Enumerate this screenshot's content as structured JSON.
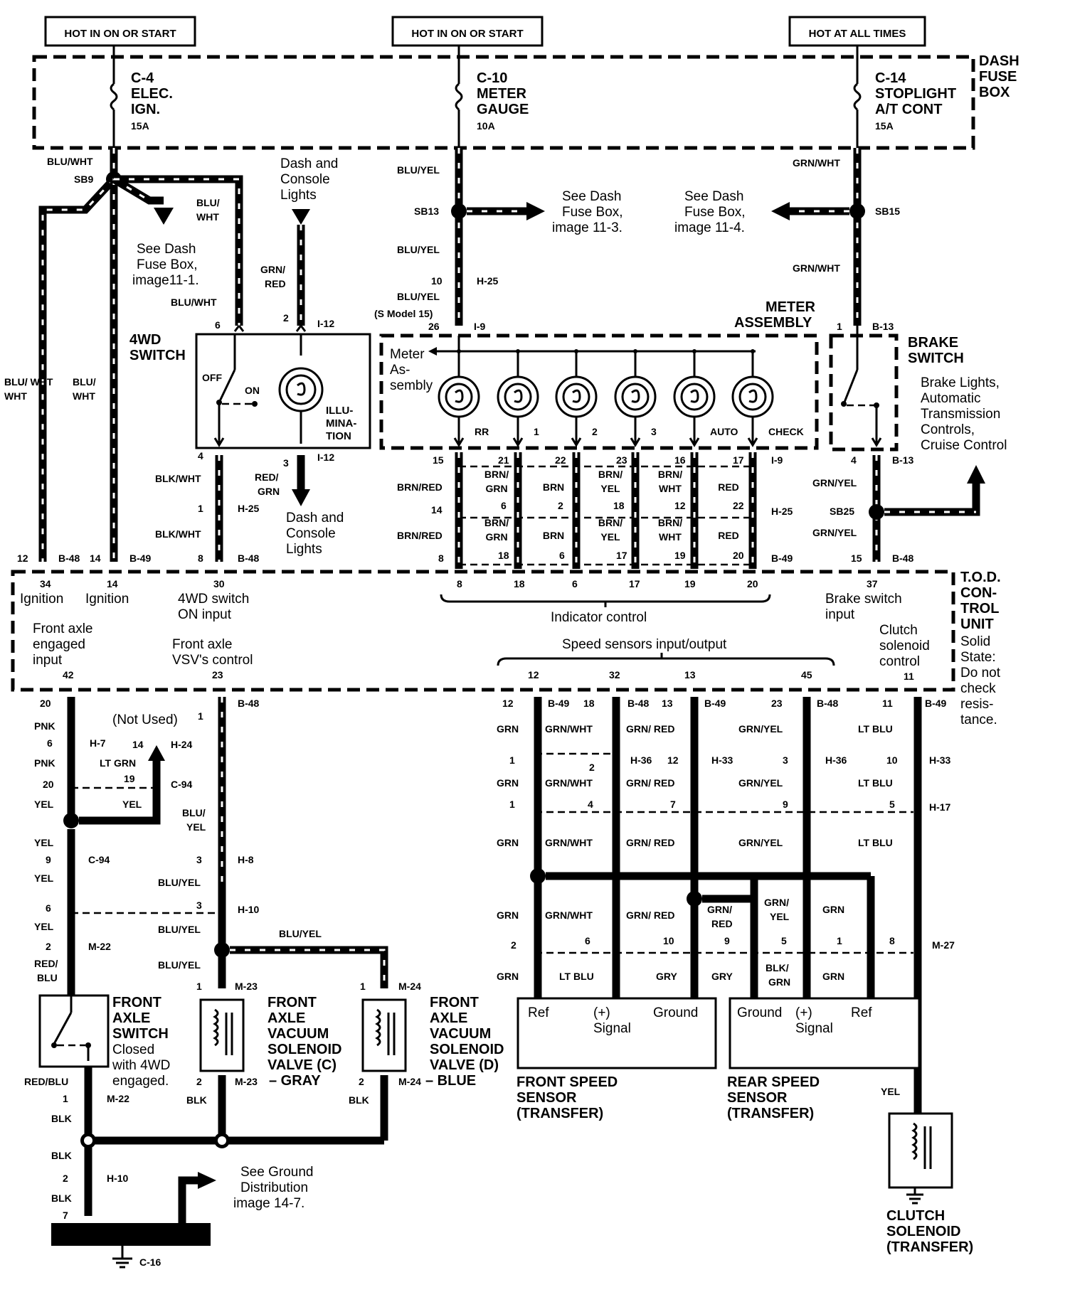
{
  "headers": {
    "left": "HOT IN ON OR START",
    "mid": "HOT IN ON OR START",
    "right": "HOT AT ALL TIMES"
  },
  "dash_fuse_box": {
    "label": [
      "DASH",
      "FUSE",
      "BOX"
    ],
    "fuse_c4": [
      "C-4",
      "ELEC.",
      "IGN.",
      "15A"
    ],
    "fuse_c10": [
      "C-10",
      "METER",
      "GAUGE",
      "10A"
    ],
    "fuse_c14": [
      "C-14",
      "STOPLIGHT",
      "A/T CONT",
      "15A"
    ]
  },
  "splices": {
    "sb9": "SB9",
    "sb13": "SB13",
    "sb15": "SB15",
    "sb25": "SB25"
  },
  "notes": {
    "see_dash_11_1": [
      "See Dash",
      "Fuse Box,",
      "image11-1."
    ],
    "see_dash_11_3": [
      "See Dash",
      "Fuse Box,",
      "image 11-3."
    ],
    "see_dash_11_4": [
      "See Dash",
      "Fuse Box,",
      "image 11-4."
    ],
    "dash_console_top": [
      "Dash and",
      "Console",
      "Lights"
    ],
    "dash_console_bottom": [
      "Dash and",
      "Console",
      "Lights"
    ],
    "brake_targets": [
      "Brake Lights,",
      "Automatic",
      "Transmission",
      "Controls,",
      "Cruise Control"
    ],
    "see_ground": [
      "See Ground",
      "Distribution",
      "image 14-7."
    ],
    "not_used": "(Not Used)"
  },
  "wire_colors": {
    "blu_wht": "BLU/WHT",
    "blu_yel": "BLU/YEL",
    "grn_wht": "GRN/WHT",
    "grn_red": "GRN/\nRED",
    "blu_wht_stack": "BLU/\nWHT",
    "blk_wht": "BLK/WHT",
    "red_grn": "RED/\nGRN",
    "grn_yel": "GRN/YEL",
    "brn_red": "BRN/RED",
    "brn_grn": "BRN/\nGRN",
    "brn": "BRN",
    "brn_yel": "BRN/\nYEL",
    "brn_wht": "BRN/\nWHT",
    "red": "RED",
    "pnk": "PNK",
    "lt_grn": "LT GRN",
    "yel": "YEL",
    "red_blu": "RED/\nBLU",
    "red_blu_inline": "RED/BLU",
    "blk": "BLK",
    "grn": "GRN",
    "grn_yel_stack": "GRN/\nYEL",
    "lt_blu": "LT BLU",
    "gry": "GRY",
    "blk_grn": "BLK/\nGRN",
    "s_model": "(S Model 15)"
  },
  "switch_4wd": {
    "title": [
      "4WD",
      "SWITCH"
    ],
    "off": "OFF",
    "on": "ON",
    "illumination": [
      "ILLU-",
      "MINA-",
      "TION"
    ]
  },
  "meter_assembly": {
    "title": [
      "METER",
      "ASSEMBLY"
    ],
    "meter_label": [
      "Meter",
      "As-",
      "sembly"
    ],
    "lamps": [
      "RR",
      "1",
      "2",
      "3",
      "AUTO",
      "CHECK"
    ]
  },
  "brake_switch": {
    "title": [
      "BRAKE",
      "SWITCH"
    ]
  },
  "tod_unit": {
    "title": [
      "T.O.D.",
      "CON-",
      "TROL",
      "UNIT"
    ],
    "note": [
      "Solid",
      "State:",
      "Do not",
      "check",
      "resis-",
      "tance."
    ],
    "ignition": "Ignition",
    "sw_input": [
      "4WD switch",
      "ON input"
    ],
    "indicator": "Indicator control",
    "brake_input": [
      "Brake switch",
      "input"
    ],
    "front_axle_engaged": [
      "Front axle",
      "engaged",
      "input"
    ],
    "front_axle_vsv": [
      "Front axle",
      "VSV's control"
    ],
    "speed_sensors": "Speed sensors input/output",
    "clutch_control": [
      "Clutch",
      "solenoid",
      "control"
    ]
  },
  "components": {
    "front_axle_switch": [
      "FRONT",
      "AXLE",
      "SWITCH"
    ],
    "front_axle_switch_note": [
      "Closed",
      "with 4WD",
      "engaged."
    ],
    "vsv_c": [
      "FRONT",
      "AXLE",
      "VACUUM",
      "SOLENOID",
      "VALVE (C)"
    ],
    "vsv_c_conn": "– GRAY",
    "vsv_d": [
      "FRONT",
      "AXLE",
      "VACUUM",
      "SOLENOID",
      "VALVE (D)"
    ],
    "vsv_d_conn": "– BLUE",
    "front_speed": [
      "FRONT SPEED",
      "SENSOR",
      "(TRANSFER)"
    ],
    "rear_speed": [
      "REAR SPEED",
      "SENSOR",
      "(TRANSFER)"
    ],
    "sensor_front_pins": [
      "Ref",
      "(+)",
      "Signal",
      "Ground"
    ],
    "sensor_rear_pins": [
      "Ground",
      "(+)",
      "Signal",
      "Ref"
    ],
    "clutch_solenoid": [
      "CLUTCH",
      "SOLENOID",
      "(TRANSFER)"
    ],
    "ground": "C-16"
  },
  "connectors": {
    "h25": "H-25",
    "i9": "I-9",
    "i12": "I-12",
    "b13": "B-13",
    "b48": "B-48",
    "b49": "B-49",
    "h7": "H-7",
    "h24": "H-24",
    "c94": "C-94",
    "h8": "H-8",
    "h10": "H-10",
    "m22": "M-22",
    "m23": "M-23",
    "m24": "M-24",
    "h36": "H-36",
    "h33": "H-33",
    "h17": "H-17",
    "m27": "M-27"
  }
}
